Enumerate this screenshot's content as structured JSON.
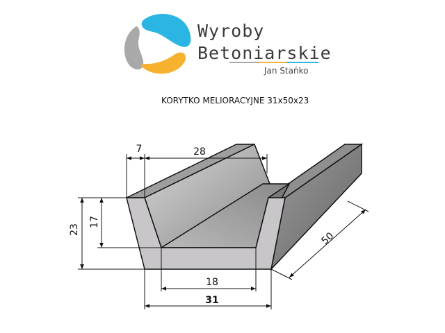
{
  "brand": {
    "line1": "Wyroby",
    "line2": "Betoniarskie",
    "author": "Jan Stańko",
    "colors": {
      "blue": "#2bb5e3",
      "orange": "#f6b12e",
      "gray": "#a9a9a9"
    }
  },
  "title": "KORYTKO MELIORACYJNE 31x50x23",
  "dimensions": {
    "wall_top": "7",
    "inner_top": "28",
    "height_total": "23",
    "height_inner": "17",
    "bottom_inner": "18",
    "bottom_total": "31",
    "length": "50"
  }
}
